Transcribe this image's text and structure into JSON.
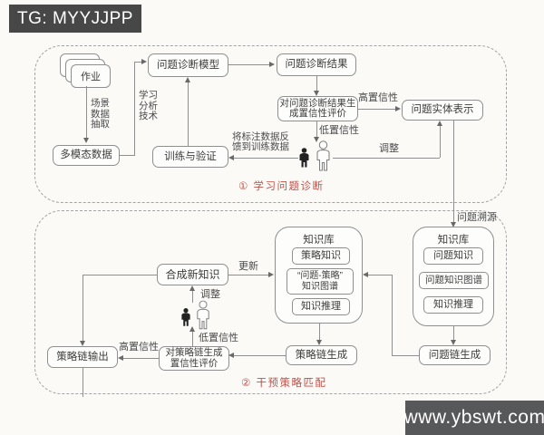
{
  "banners": {
    "top_left": "TG: MYYJJPP",
    "bottom_right": "www.ybswt.com"
  },
  "colors": {
    "line": "#8f8f8f",
    "accent_red": "#c1514a",
    "banner_dark": "#4c4d4f"
  },
  "section1": {
    "title": "① 学习问题诊断",
    "nodes": {
      "homework": "作业",
      "multimodal_data": "多模态数据",
      "diagnosis_model": "问题诊断模型",
      "diagnosis_result": "问题诊断结果",
      "train_validate": "训练与验证",
      "confidence_eval_line1": "对问题诊断结果生",
      "confidence_eval_line2": "成置信性评价",
      "entity_repr": "问题实体表示"
    },
    "labels": {
      "scene_line1": "场景",
      "scene_line2": "数据",
      "scene_line3": "抽取",
      "analytics_line1": "学习",
      "analytics_line2": "分析",
      "analytics_line3": "技术",
      "high_conf": "高置信性",
      "low_conf": "低置信性",
      "feedback_line1": "将标注数据反",
      "feedback_line2": "馈到训练数据",
      "adjust": "调整"
    }
  },
  "section2": {
    "title": "② 干预策略匹配",
    "trace_label": "问题溯源",
    "kb_mid": {
      "title": "知识库",
      "item1": "策略知识",
      "item2_line1": "“问题-策略”",
      "item2_line2": "知识图谱",
      "item3": "知识推理"
    },
    "kb_right": {
      "title": "知识库",
      "item1": "问题知识",
      "item2": "问题知识图谱",
      "item3": "知识推理"
    },
    "nodes": {
      "synthesize": "合成新知识",
      "strategy_output": "策略链输出",
      "confidence_eval_line1": "对策略链生成",
      "confidence_eval_line2": "置信性评价",
      "strategy_gen": "策略链生成",
      "problem_gen": "问题链生成"
    },
    "labels": {
      "update": "更新",
      "adjust": "调整",
      "low_conf": "低置信性",
      "high_conf": "高置信性"
    }
  }
}
